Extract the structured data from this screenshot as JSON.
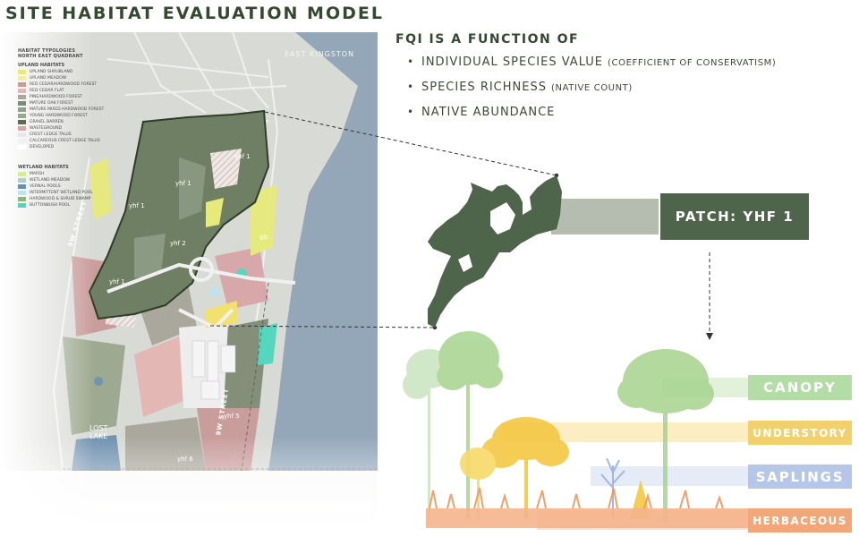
{
  "title": "SITE HABITAT EVALUATION MODEL",
  "fqi": {
    "heading": "FQI IS A FUNCTION OF",
    "items": [
      {
        "main": "INDIVIDUAL SPECIES VALUE",
        "sub": "(COEFFICIENT OF CONSERVATISM)"
      },
      {
        "main": "SPECIES RICHNESS",
        "sub": "(NATIVE COUNT)"
      },
      {
        "main": "NATIVE ABUNDANCE",
        "sub": ""
      }
    ]
  },
  "patch_label": "PATCH: YHF 1",
  "layers": {
    "canopy": "CANOPY",
    "understory": "UNDERSTORY",
    "saplings": "SAPLINGS",
    "herbaceous": "HERBACEOUS"
  },
  "colors": {
    "title": "#34492f",
    "patch": "#4f654b",
    "patch_bar": "#b5bcb0",
    "canopy": "#b4dca6",
    "understory": "#f3d06e",
    "saplings": "#b6c6e8",
    "herbaceous": "#f2a77a"
  },
  "legend": {
    "header_1": "HABITAT TYPOLOGIES",
    "header_2": "NORTH EAST QUADRANT",
    "upland_heading": "UPLAND HABITATS",
    "upland": [
      {
        "label": "UPLAND SHRUBLAND",
        "color": "#e6ea7a"
      },
      {
        "label": "UPLAND MEADOW",
        "color": "#f1ee9c"
      },
      {
        "label": "RED CEDAR/HARDWOOD FOREST",
        "color": "#c99a9a"
      },
      {
        "label": "RED CEDAR FLAT",
        "color": "#e4b7b3"
      },
      {
        "label": "PINE/HARDWOOD FOREST",
        "color": "#a8a69a"
      },
      {
        "label": "MATURE OAK FOREST",
        "color": "#7f8c74"
      },
      {
        "label": "MATURE MIXED HARDWOOD FOREST",
        "color": "#95a08c"
      },
      {
        "label": "YOUNG HARDWOOD FOREST",
        "color": "#9aa88e"
      },
      {
        "label": "GRAVEL BARREN",
        "color": "#5d6b54"
      },
      {
        "label": "WASTEGROUND",
        "color": "#d9a5a7"
      },
      {
        "label": "CREST LEDGE TALUS",
        "color": "#e8e8e8"
      },
      {
        "label": "CALCAREOUS CREST LEDGE TALUS",
        "color": "#f1f1f1"
      },
      {
        "label": "DEVELOPED",
        "color": "#ffffff"
      }
    ],
    "wetland_heading": "WETLAND HABITATS",
    "wetland": [
      {
        "label": "MARSH",
        "color": "#d7ea9a"
      },
      {
        "label": "WETLAND MEADOW",
        "color": "#a9d3c8"
      },
      {
        "label": "VERNAL POOLS",
        "color": "#6c8fb0"
      },
      {
        "label": "INTERMITTENT WETLAND POOL",
        "color": "#bfe3ec"
      },
      {
        "label": "HARDWOOD & SHRUB SWAMP",
        "color": "#8fb57c"
      },
      {
        "label": "BUTTONBUSH POOL",
        "color": "#4fd6bd"
      }
    ]
  },
  "map_labels": {
    "east_kingston": "EAST KINGSTON",
    "street_left": "9W STREET",
    "street_right": "9W STREET",
    "lost_lake": "LOST\nLAKE",
    "yhf1_a": "yhf 1",
    "yhf1_b": "yhf 1",
    "yhf1_c": "yhf 1",
    "yhf1_d": "yhf 1",
    "yhf2": "yhf 2",
    "yhf5": "yhf 5",
    "yhf6": "yhf 6",
    "gb": "gb"
  }
}
